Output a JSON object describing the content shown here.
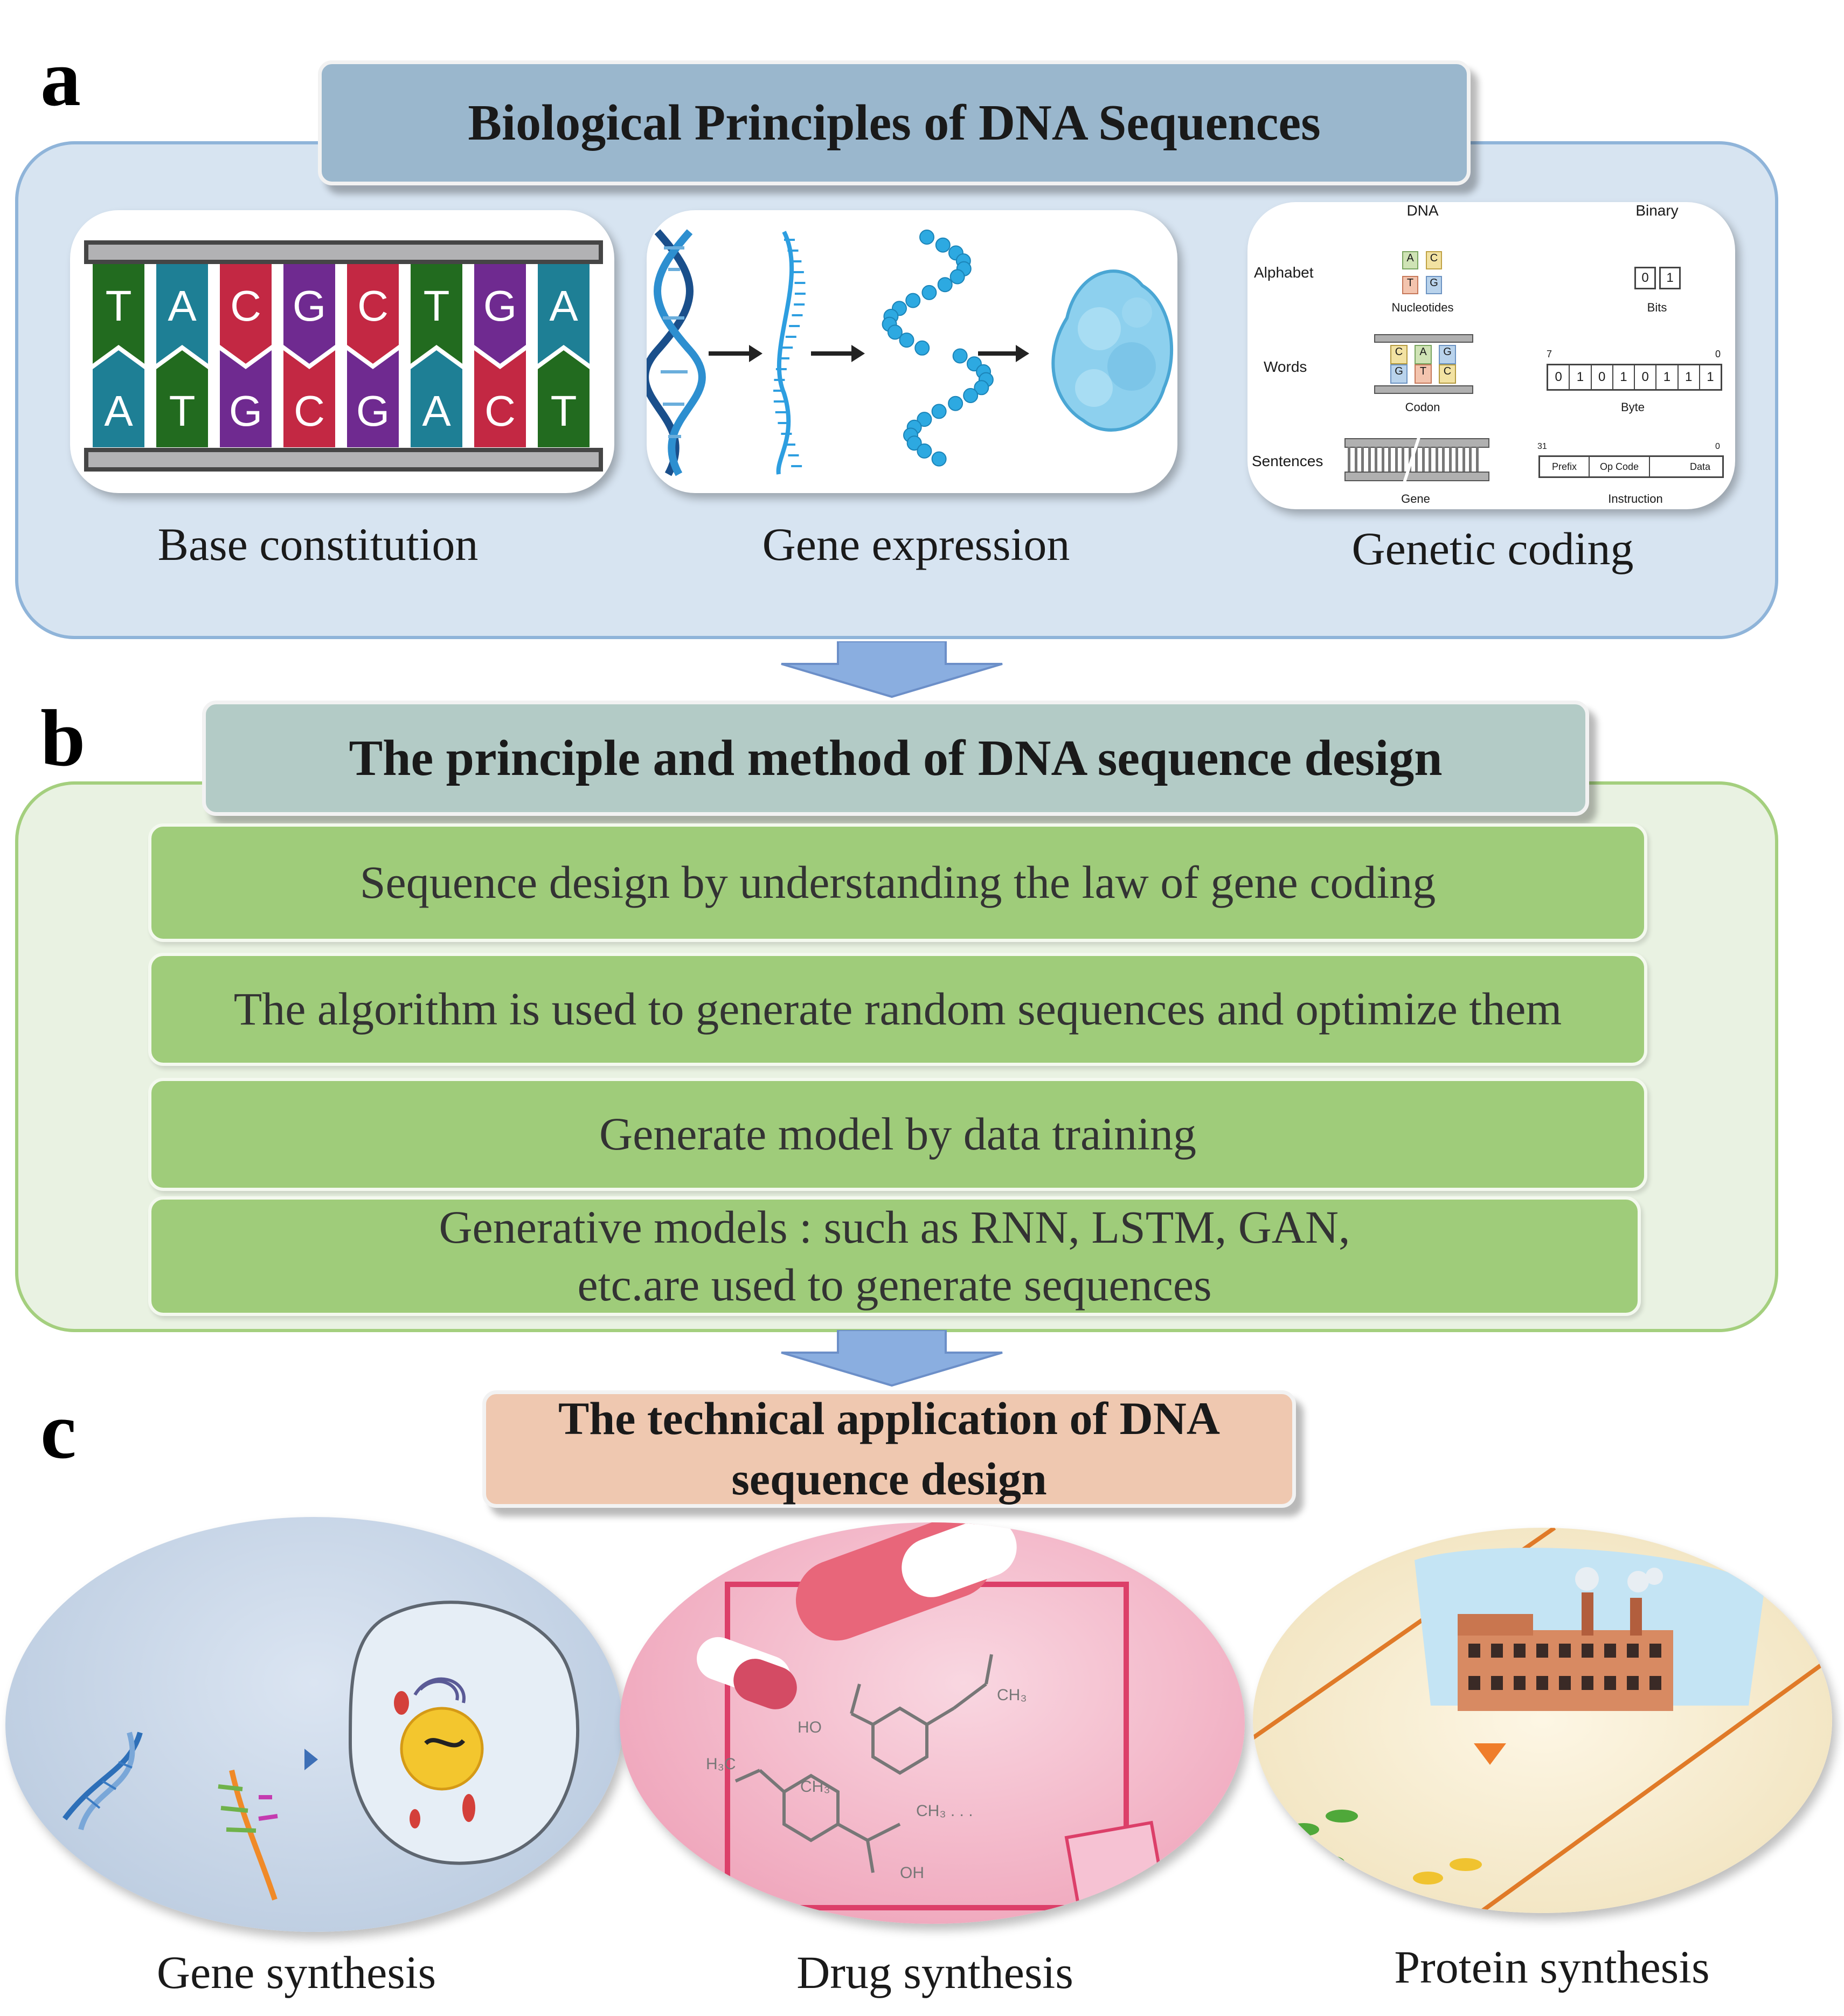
{
  "sections": {
    "a": {
      "letter": "a",
      "title": "Biological Principles of DNA Sequences",
      "captions": [
        "Base constitution",
        "Gene expression",
        "Genetic coding"
      ],
      "bases_top": [
        "T",
        "A",
        "C",
        "G",
        "C",
        "T",
        "G",
        "A"
      ],
      "bases_bottom": [
        "A",
        "T",
        "G",
        "C",
        "G",
        "A",
        "C",
        "T"
      ],
      "coding_table": {
        "col_dna": "DNA",
        "col_binary": "Binary",
        "row_alphabet": "Alphabet",
        "row_words": "Words",
        "row_sentences": "Sentences",
        "nucleotide_letters": [
          "A",
          "C",
          "T",
          "G"
        ],
        "nucleotides_label": "Nucleotides",
        "bits": [
          "0",
          "1"
        ],
        "bits_label": "Bits",
        "codon_top": [
          "C",
          "A",
          "G"
        ],
        "codon_bottom": [
          "G",
          "T",
          "C"
        ],
        "codon_label": "Codon",
        "byte_msb": "7",
        "byte_lsb": "0",
        "byte_bits": [
          "0",
          "1",
          "0",
          "1",
          "0",
          "1",
          "1",
          "1"
        ],
        "byte_label": "Byte",
        "gene_label": "Gene",
        "instr_msb": "31",
        "instr_lsb": "0",
        "instr_fields": [
          "Prefix",
          "Op Code",
          "Data"
        ],
        "instruction_label": "Instruction"
      }
    },
    "b": {
      "letter": "b",
      "title": "The principle and method of DNA sequence design",
      "items": [
        "Sequence design by understanding the law of gene coding",
        "The algorithm is used to generate random sequences and optimize them",
        "Generate model by data training",
        "Generative models : such as RNN, LSTM, GAN, etc.are used to generate sequences"
      ]
    },
    "c": {
      "letter": "c",
      "title": "The technical application of DNA sequence design",
      "captions": [
        "Gene synthesis",
        "Drug synthesis",
        "Protein synthesis"
      ],
      "molecule_labels": [
        "HO",
        "H₃C",
        "CH₃",
        "CH₃",
        "OH",
        "CH₃ . . ."
      ]
    }
  },
  "colors": {
    "panel_a": "#d7e4f1",
    "panel_a_border": "#8fb4d9",
    "title_a": "#9ab7cd",
    "panel_b": "#e9f2e2",
    "panel_b_border": "#a4cf7e",
    "title_b": "#b3cbc6",
    "title_c": "#efc8b0",
    "green_bar": "#9fcc7a",
    "arrow": "#8aaee0"
  }
}
